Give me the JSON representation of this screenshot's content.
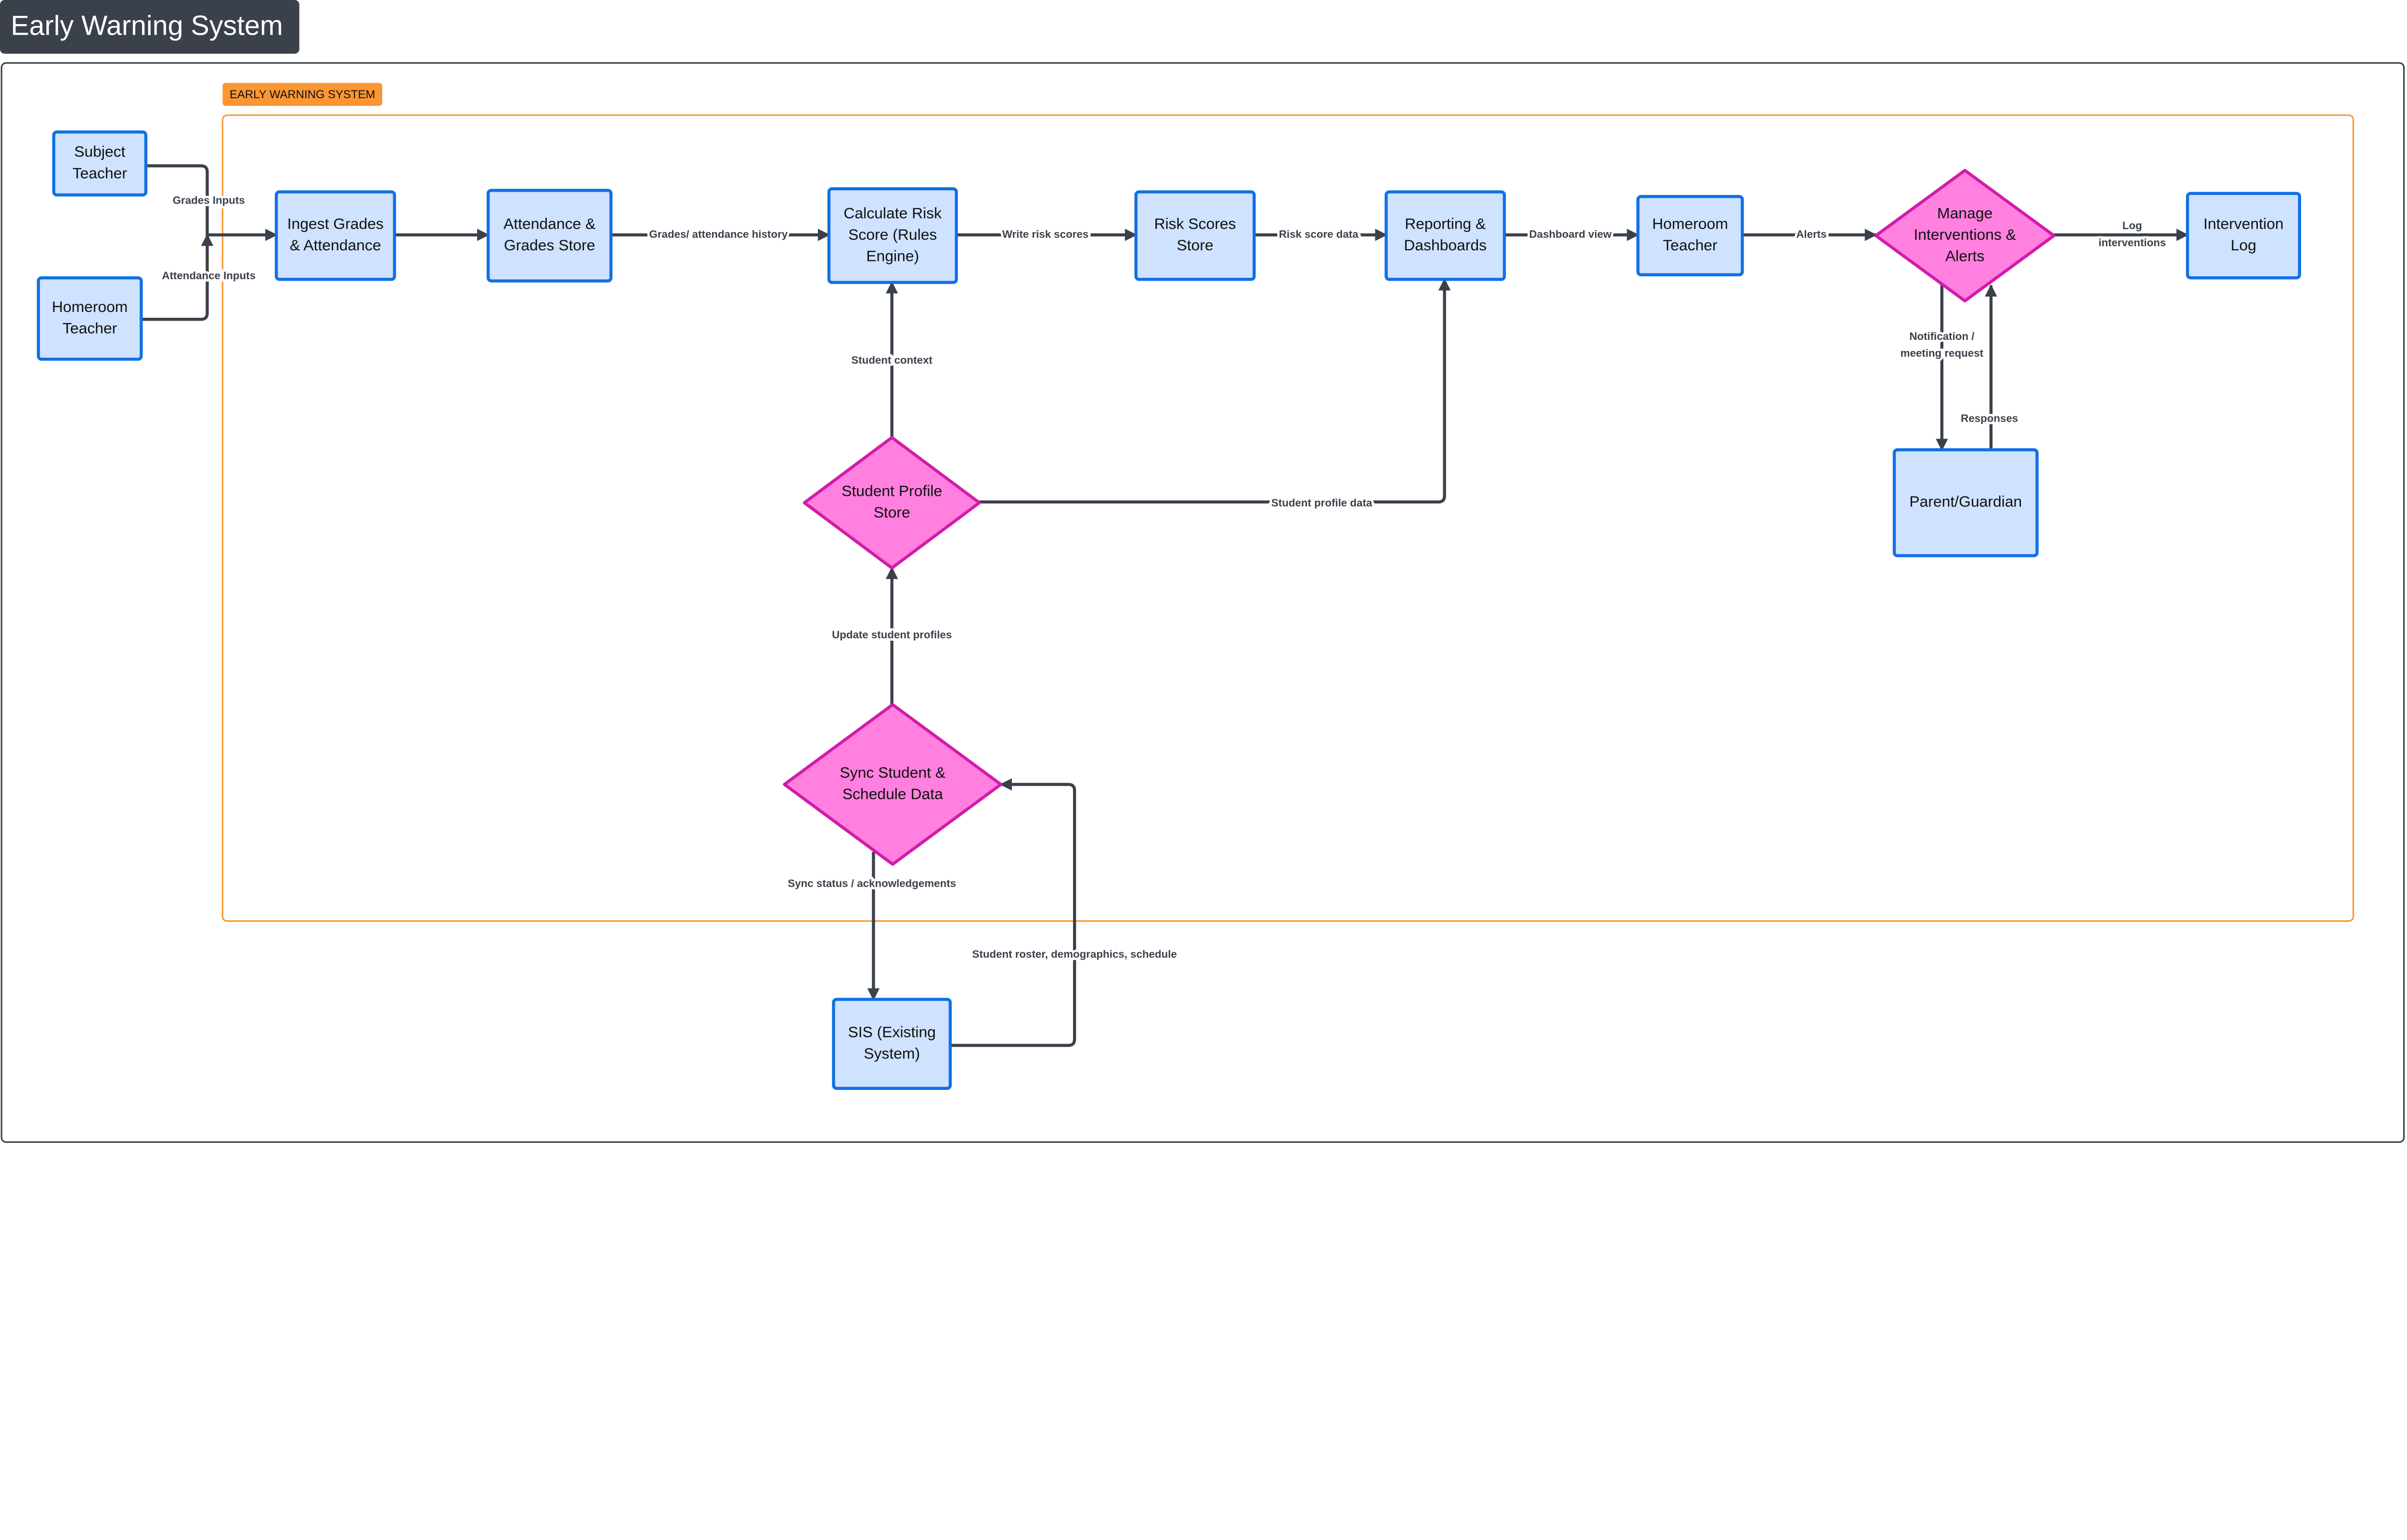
{
  "title": "Early Warning System",
  "group_label": "EARLY WARNING SYSTEM",
  "colors": {
    "title_bg": "#3b414b",
    "group": "#fb9632",
    "process_fill": "#cfe2ff",
    "process_stroke": "#1170e4",
    "decision_fill": "#ff80df",
    "decision_stroke": "#d21ca9",
    "edge": "#3b414b"
  },
  "nodes": [
    {
      "id": "subject-teacher",
      "shape": "rect",
      "lines": [
        "Subject",
        "Teacher"
      ]
    },
    {
      "id": "homeroom-teacher-source",
      "shape": "rect",
      "lines": [
        "Homeroom",
        "Teacher"
      ]
    },
    {
      "id": "ingest",
      "shape": "rect",
      "lines": [
        "Ingest Grades",
        "& Attendance"
      ]
    },
    {
      "id": "attendance-grades-store",
      "shape": "rect",
      "lines": [
        "Attendance &",
        "Grades Store"
      ]
    },
    {
      "id": "calculate-risk",
      "shape": "rect",
      "lines": [
        "Calculate Risk",
        "Score (Rules",
        "Engine)"
      ]
    },
    {
      "id": "risk-scores-store",
      "shape": "rect",
      "lines": [
        "Risk Scores",
        "Store"
      ]
    },
    {
      "id": "reporting",
      "shape": "rect",
      "lines": [
        "Reporting &",
        "Dashboards"
      ]
    },
    {
      "id": "homeroom-teacher",
      "shape": "rect",
      "lines": [
        "Homeroom",
        "Teacher"
      ]
    },
    {
      "id": "manage-interventions",
      "shape": "diamond",
      "lines": [
        "Manage",
        "Interventions &",
        "Alerts"
      ]
    },
    {
      "id": "intervention-log",
      "shape": "rect",
      "lines": [
        "Intervention",
        "Log"
      ]
    },
    {
      "id": "parent-guardian",
      "shape": "rect",
      "lines": [
        "Parent/Guardian"
      ]
    },
    {
      "id": "student-profile-store",
      "shape": "diamond",
      "lines": [
        "Student Profile",
        "Store"
      ]
    },
    {
      "id": "sync-student",
      "shape": "diamond",
      "lines": [
        "Sync Student &",
        "Schedule Data"
      ]
    },
    {
      "id": "sis",
      "shape": "rect",
      "lines": [
        "SIS (Existing",
        "System)"
      ]
    }
  ],
  "edges": [
    {
      "from": "subject-teacher",
      "to": "ingest",
      "label": [
        "Grades Inputs"
      ]
    },
    {
      "from": "homeroom-teacher-source",
      "to": "ingest",
      "label": [
        "Attendance Inputs"
      ]
    },
    {
      "from": "ingest",
      "to": "attendance-grades-store",
      "label": []
    },
    {
      "from": "attendance-grades-store",
      "to": "calculate-risk",
      "label": [
        "Grades/ attendance history"
      ]
    },
    {
      "from": "calculate-risk",
      "to": "risk-scores-store",
      "label": [
        "Write risk scores"
      ]
    },
    {
      "from": "risk-scores-store",
      "to": "reporting",
      "label": [
        "Risk score data"
      ]
    },
    {
      "from": "reporting",
      "to": "homeroom-teacher",
      "label": [
        "Dashboard view"
      ]
    },
    {
      "from": "homeroom-teacher",
      "to": "manage-interventions",
      "label": [
        "Alerts"
      ]
    },
    {
      "from": "manage-interventions",
      "to": "intervention-log",
      "label": [
        "Log",
        "interventions"
      ]
    },
    {
      "from": "manage-interventions",
      "to": "parent-guardian",
      "label": [
        "Notification /",
        "meeting request"
      ]
    },
    {
      "from": "parent-guardian",
      "to": "manage-interventions",
      "label": [
        "Responses"
      ]
    },
    {
      "from": "student-profile-store",
      "to": "calculate-risk",
      "label": [
        "Student context"
      ]
    },
    {
      "from": "student-profile-store",
      "to": "reporting",
      "label": [
        "Student profile data"
      ]
    },
    {
      "from": "sync-student",
      "to": "student-profile-store",
      "label": [
        "Update student profiles"
      ]
    },
    {
      "from": "sync-student",
      "to": "sis",
      "label": [
        "Sync status / acknowledgements"
      ]
    },
    {
      "from": "sis",
      "to": "sync-student",
      "label": [
        "Student roster, demographics, schedule"
      ]
    }
  ]
}
